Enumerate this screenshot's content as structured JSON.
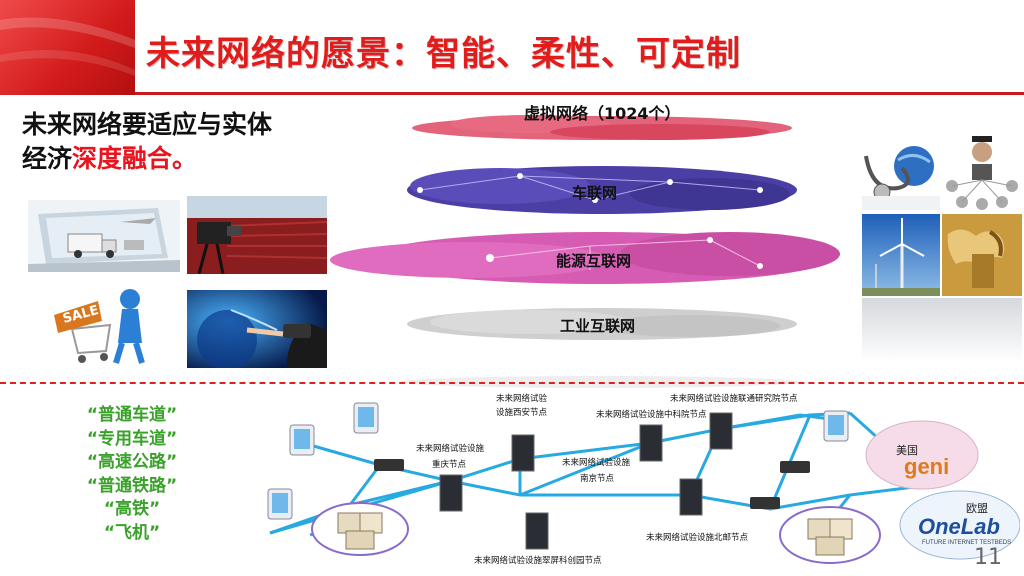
{
  "slide": {
    "title": "未来网络的愿景：智能、柔性、可定制",
    "intro_line1": "未来网络要适应与实体",
    "intro_line2_prefix": "经济",
    "intro_line2_highlight": "深度融合。",
    "page_number": "11"
  },
  "layers": {
    "virtual": "虚拟网络（1024个）",
    "vehicle": "车联网",
    "energy": "能源互联网",
    "industrial": "工业互联网"
  },
  "roads": [
    "“普通车道”",
    "“专用车道”",
    "“高速公路”",
    "“普通铁路”",
    "“高铁”",
    "“飞机”"
  ],
  "network_nodes": {
    "xian_1": "未来网络试验",
    "xian_2": "设施西安节点",
    "tsinghua": "未来网络试验设施联通研究院节点",
    "zhongke": "未来网络试验设施中科院节点",
    "chongqing_1": "未来网络试验设施",
    "chongqing_2": "重庆节点",
    "nanjing_1": "未来网络试验设施",
    "nanjing_2": "南京节点",
    "beiyou": "未来网络试验设施北邮节点",
    "cuiping": "未来网络试验设施翠屏科创园节点"
  },
  "partners": {
    "us_label": "美国",
    "geni": "geni",
    "eu_label": "欧盟",
    "onelab": "OneLab",
    "onelab_sub": "FUTURE INTERNET TESTBEDS"
  },
  "colors": {
    "title_red": "#e21b1b",
    "highlight_red": "#e8141e",
    "road_green": "#3aa12a",
    "cloud_virtual": "#e0526c",
    "cloud_vehicle": "#4b3fa6",
    "cloud_energy": "#d65bb2",
    "cloud_industrial": "#cfcfcf",
    "link_blue": "#27a9e1"
  }
}
